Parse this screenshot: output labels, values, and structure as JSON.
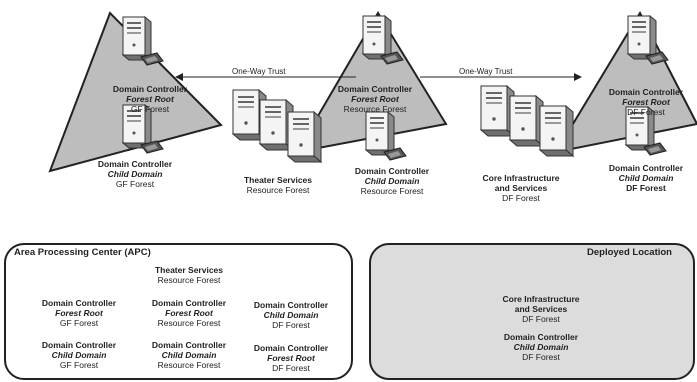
{
  "trusts": [
    {
      "label": "One-Way Trust"
    },
    {
      "label": "One-Way Trust"
    }
  ],
  "nodes": [
    {
      "line1": "Domain Controller",
      "line2": "Forest Root",
      "line3": "GF Forest"
    },
    {
      "line1": "Domain Controller",
      "line2": "Child Domain",
      "line3": "GF Forest"
    },
    {
      "line1": "Domain Controller",
      "line2": "Forest Root",
      "line3": "Resource Forest"
    },
    {
      "line1": "Theater Services",
      "line2": "Resource Forest"
    },
    {
      "line1": "Domain Controller",
      "line2": "Child Domain",
      "line3": "Resource Forest"
    },
    {
      "line1": "Core Infrastructure",
      "line2": "and Services",
      "line3": "DF Forest"
    },
    {
      "line1": "Domain Controller",
      "line2": "Forest Root",
      "line3": "DF Forest"
    },
    {
      "line1": "Domain Controller",
      "line2": "Child Domain",
      "line3": "DF Forest"
    }
  ],
  "apc": {
    "title": "Area Processing Center (APC)",
    "items": [
      {
        "line1": "Theater Services",
        "line2": "Resource Forest"
      },
      {
        "line1": "Domain Controller",
        "line2": "Forest Root",
        "line3": "GF Forest"
      },
      {
        "line1": "Domain Controller",
        "line2": "Forest Root",
        "line3": "Resource Forest"
      },
      {
        "line1": "Domain Controller",
        "line2": "Child Domain",
        "line3": "DF Forest"
      },
      {
        "line1": "Domain Controller",
        "line2": "Child Domain",
        "line3": "GF Forest"
      },
      {
        "line1": "Domain Controller",
        "line2": "Child Domain",
        "line3": "Resource Forest"
      },
      {
        "line1": "Domain Controller",
        "line2": "Forest Root",
        "line3": "DF Forest"
      }
    ]
  },
  "deployed": {
    "title": "Deployed Location",
    "items": [
      {
        "line1": "Core Infrastructure",
        "line2": "and Services",
        "line3": "DF Forest"
      },
      {
        "line1": "Domain Controller",
        "line2": "Child Domain",
        "line3": "DF Forest"
      }
    ]
  },
  "colors": {
    "triangle": "#bdbdbd",
    "server_light": "#f2f2f2",
    "server_dark": "#8c8c8c",
    "panel_fill": "#dcdcdc"
  }
}
